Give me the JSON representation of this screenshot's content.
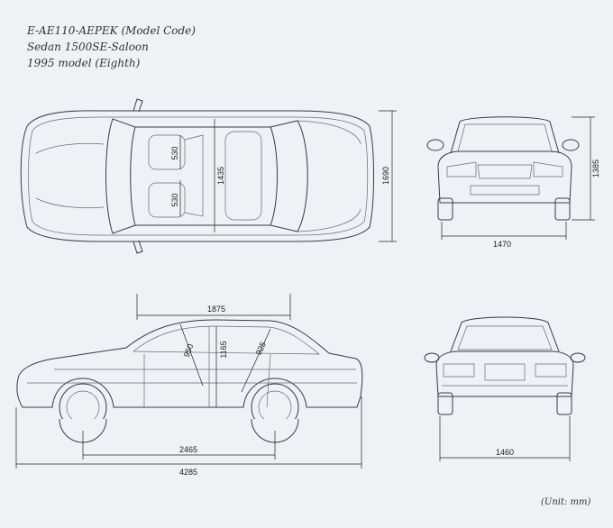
{
  "header": {
    "line1": "E-AE110-AEPEK (Model Code)",
    "line2": "Sedan 1500SE-Saloon",
    "line3": "1995 model (Eighth)"
  },
  "dimensions": {
    "top_seat_front": "530",
    "top_seat_rear": "530",
    "top_interior_width": "1435",
    "top_overall_width": "1690",
    "front_height": "1385",
    "front_track": "1470",
    "side_interior_length": "1875",
    "side_front_headroom": "950",
    "side_interior_height": "1165",
    "side_rear_headroom": "925",
    "side_wheelbase": "2465",
    "side_overall_length": "4285",
    "rear_track": "1460"
  },
  "footer": {
    "unit": "(Unit: mm)"
  }
}
